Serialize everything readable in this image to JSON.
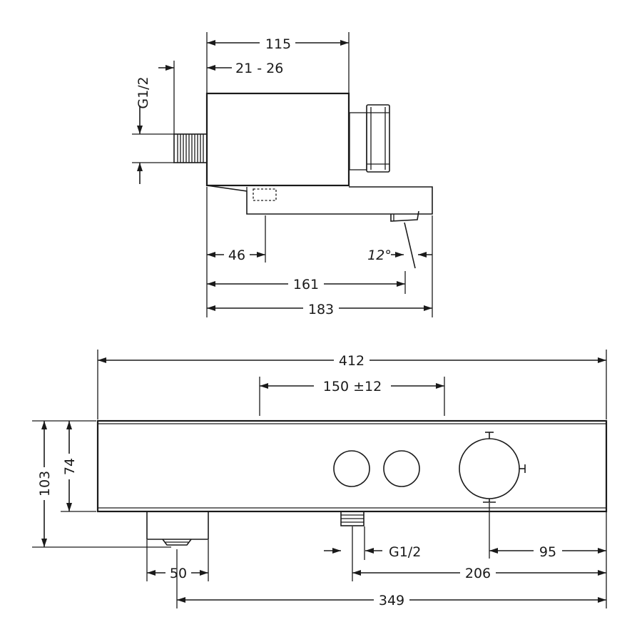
{
  "dimensions": {
    "side_width": "115",
    "side_offset": "21 - 26",
    "side_thread": "G1/2",
    "side_46": "46",
    "side_161": "161",
    "side_183": "183",
    "side_angle": "12°",
    "front_412": "412",
    "front_150": "150 ±12",
    "front_103": "103",
    "front_74": "74",
    "front_thread": "G1/2",
    "front_95": "95",
    "front_50": "50",
    "front_206": "206",
    "front_349": "349"
  }
}
